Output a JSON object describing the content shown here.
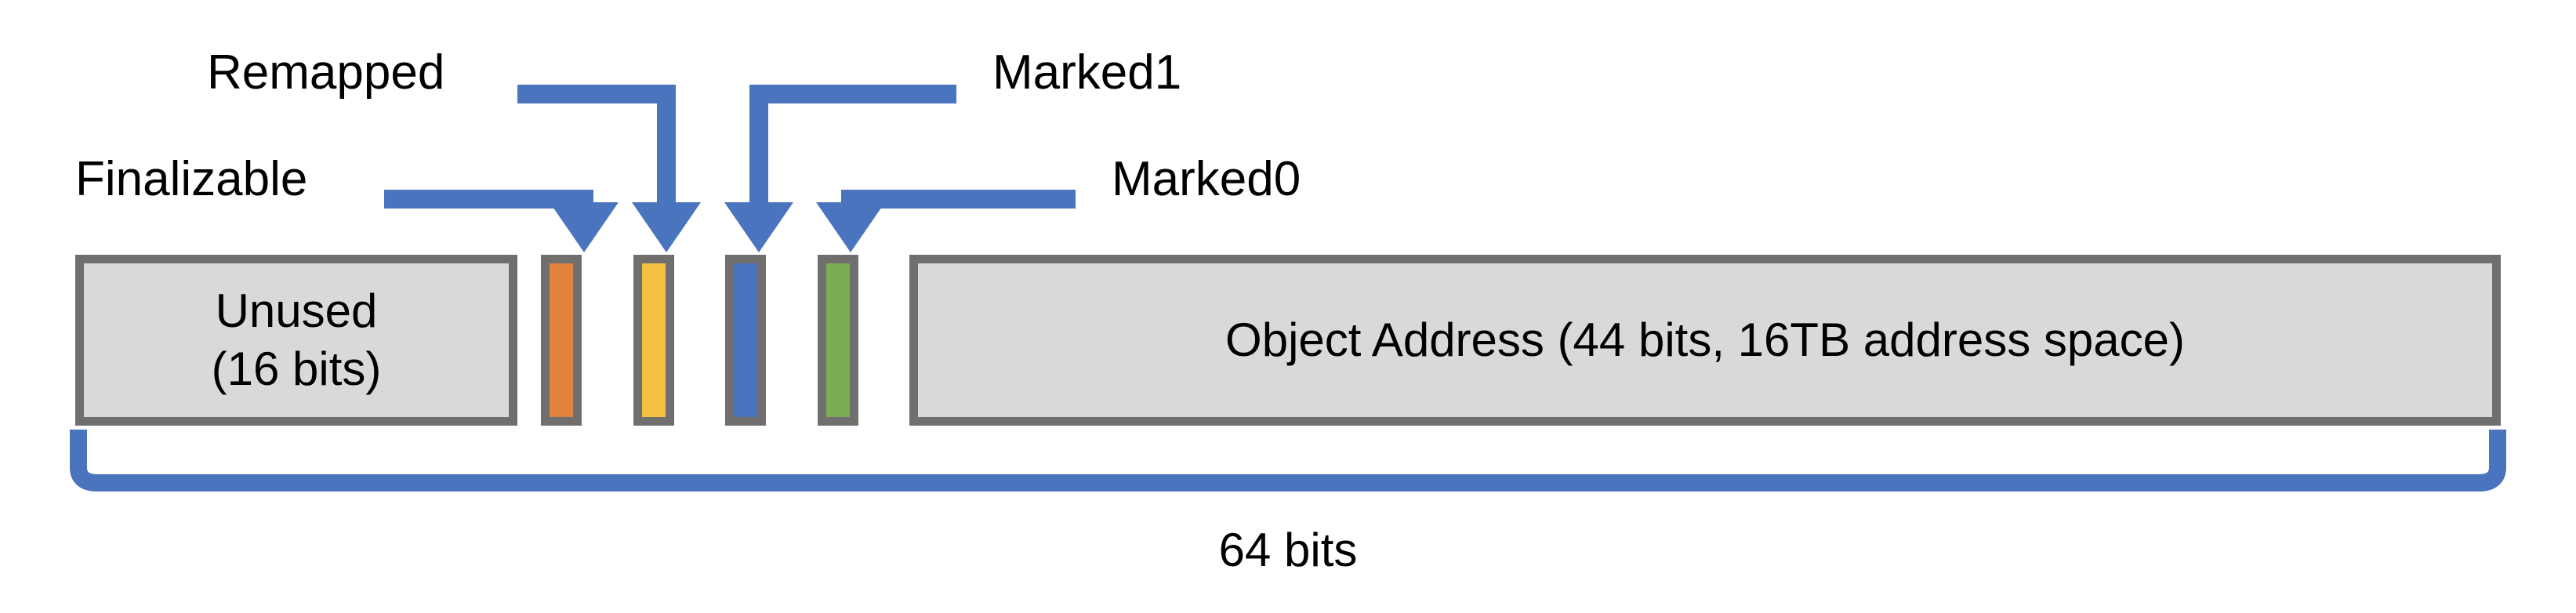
{
  "diagram": {
    "title": "64-bit colored object pointer layout",
    "background_color": "#FFFFFF",
    "accent_color": "#4B74BE",
    "border_color": "#706F6E",
    "field_fill_color": "#D9D9D9",
    "text_color": "#000000"
  },
  "callouts": [
    {
      "id": "remapped",
      "label": "Remapped",
      "target": "orange-bit",
      "color": "#4B74BE"
    },
    {
      "id": "finalizable",
      "label": "Finalizable",
      "target": "yellow-bit",
      "color": "#4B74BE"
    },
    {
      "id": "marked1",
      "label": "Marked1",
      "target": "blue-bit",
      "color": "#4B74BE"
    },
    {
      "id": "marked0",
      "label": "Marked0",
      "target": "green-bit",
      "color": "#4B74BE"
    }
  ],
  "bitfield": {
    "total_label": "64 bits",
    "segments": [
      {
        "id": "unused",
        "label": "Unused\n(16 bits)",
        "fill": "#D9D9D9",
        "bits": 16
      },
      {
        "id": "orange-bit",
        "label": "",
        "fill": "#E2823F",
        "bits": 1
      },
      {
        "id": "yellow-bit",
        "label": "",
        "fill": "#F5C142",
        "bits": 1
      },
      {
        "id": "blue-bit",
        "label": "",
        "fill": "#4B74BE",
        "bits": 1
      },
      {
        "id": "green-bit",
        "label": "",
        "fill": "#7BAD56",
        "bits": 1
      },
      {
        "id": "address",
        "label": "Object Address (44 bits, 16TB address space)",
        "fill": "#D9D9D9",
        "bits": 44
      }
    ]
  }
}
